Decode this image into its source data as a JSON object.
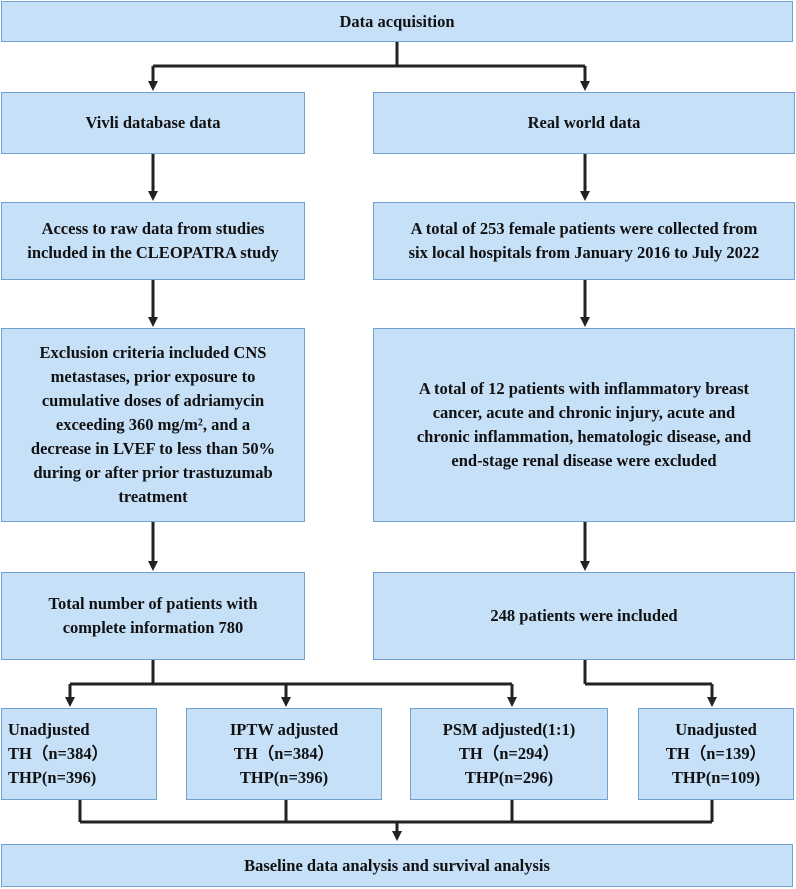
{
  "diagram": {
    "top": "Data acquisition",
    "left_branch": {
      "source": "Vivli database data",
      "access": "Access to raw data from studies\nincluded in the CLEOPATRA study",
      "exclusion": "Exclusion criteria included  CNS\nmetastases, prior exposure to\ncumulative doses of adriamycin\nexceeding 360 mg/m², and a\ndecrease in LVEF to less than 50%\nduring or after prior trastuzumab\ntreatment",
      "total": "Total number of patients with\ncomplete information 780"
    },
    "right_branch": {
      "source": "Real world data",
      "collected": "A total of 253 female patients were collected from\nsix local hospitals from January 2016 to July 2022",
      "exclusion": "A total of 12 patients with inflammatory breast\ncancer, acute and chronic injury, acute and\nchronic inflammation, hematologic disease, and\nend-stage renal disease were excluded",
      "included": "248 patients were included"
    },
    "groups": [
      {
        "title": "Unadjusted",
        "th": "TH（n=384）",
        "thp": "THP(n=396)"
      },
      {
        "title": "IPTW adjusted",
        "th": "TH（n=384）",
        "thp": "THP(n=396)"
      },
      {
        "title": "PSM adjusted(1:1)",
        "th": "TH（n=294）",
        "thp": "THP(n=296)"
      },
      {
        "title": "Unadjusted",
        "th": "TH（n=139）",
        "thp": "THP(n=109)"
      }
    ],
    "bottom": "Baseline data analysis and survival analysis"
  }
}
